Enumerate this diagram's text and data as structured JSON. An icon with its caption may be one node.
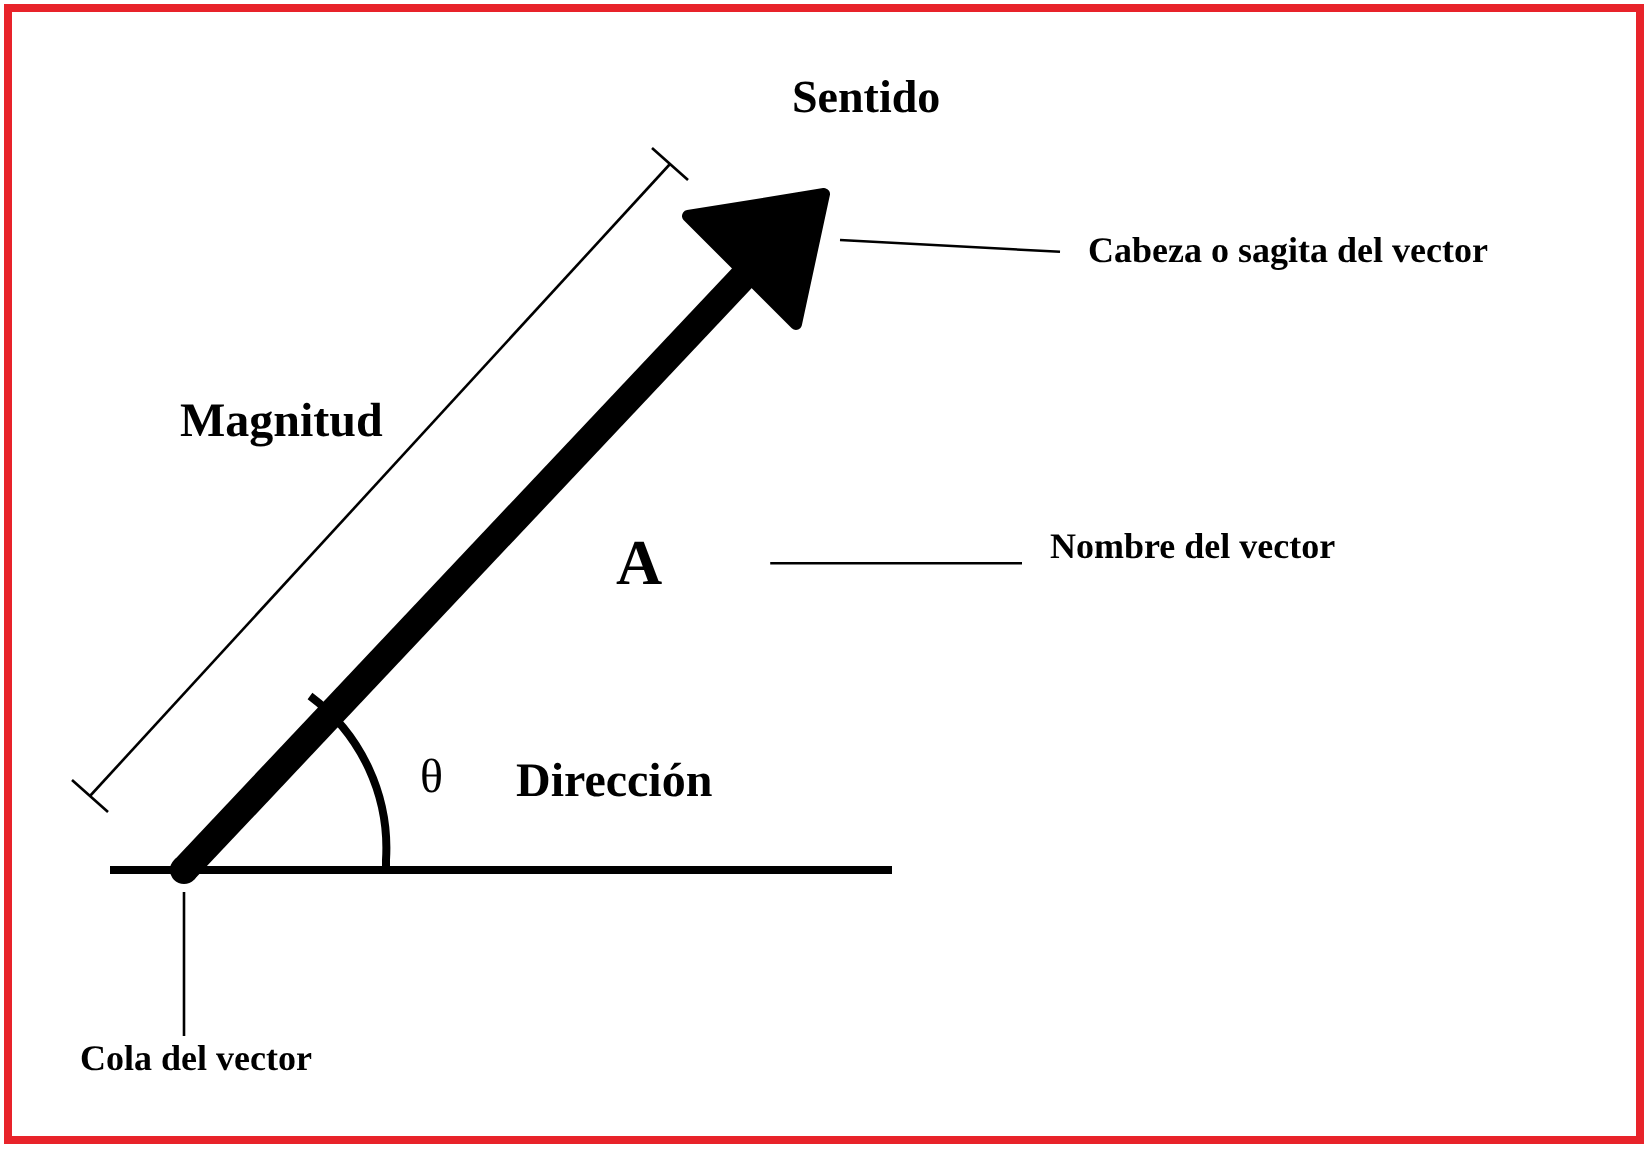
{
  "diagram": {
    "nodes": [
      {
        "text": [
          "Cabeza o sagita del vector"
        ]
      },
      {
        "text": [
          "A"
        ]
      },
      {
        "text": [
          "Nombre del vector"
        ]
      },
      {
        "text": [
          "Cola del vector"
        ]
      }
    ],
    "edges": [
      {
        "from": 0,
        "to": null,
        "arrow": "none"
      },
      {
        "from": 2,
        "to": 1,
        "arrow": "none"
      },
      {
        "from": 3,
        "to": null,
        "arrow": "none"
      }
    ],
    "labels": [
      "Sentido",
      "Magnitud",
      "θ",
      "Dirección"
    ]
  }
}
